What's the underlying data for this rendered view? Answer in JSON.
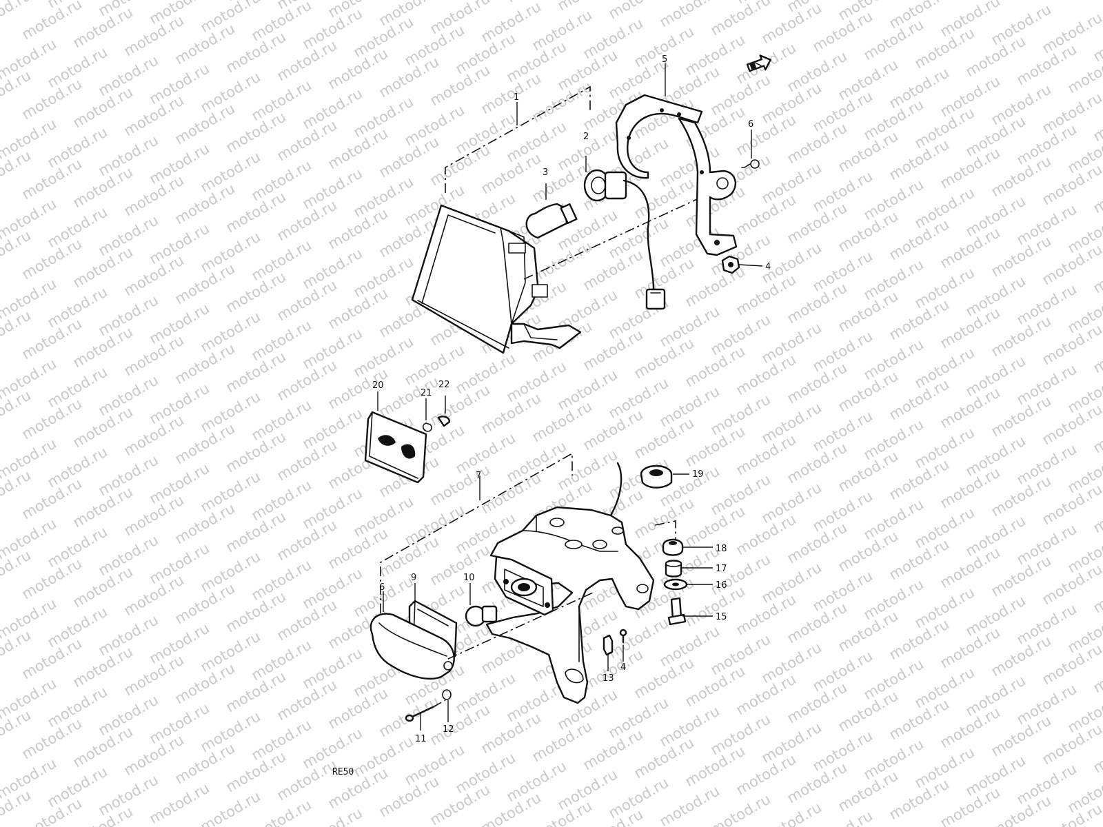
{
  "watermark": {
    "text": "motod.ru"
  },
  "drawing_code": "RE50",
  "part_labels": {
    "p1": "1",
    "p2": "2",
    "p3": "3",
    "p4a": "4",
    "p5": "5",
    "p6a": "6",
    "p7": "7",
    "p6b": "6",
    "p9": "9",
    "p10": "10",
    "p11": "11",
    "p12": "12",
    "p13": "13",
    "p4b": "4",
    "p15": "15",
    "p16": "16",
    "p17": "17",
    "p18": "18",
    "p19": "19",
    "p20": "20",
    "p21": "21",
    "p22": "22"
  },
  "icons": {
    "front_arrow": "front-arrow-icon"
  },
  "colors": {
    "line": "#111111",
    "watermark": "#c9c9c9",
    "background": "#ffffff"
  }
}
